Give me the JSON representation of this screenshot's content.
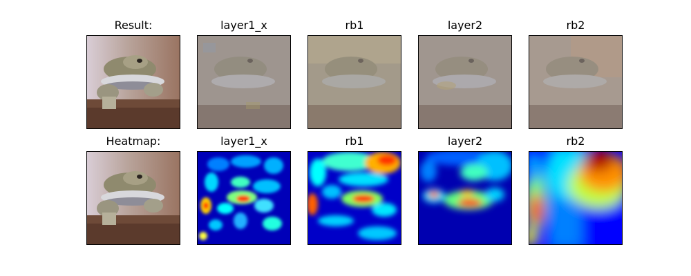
{
  "top_row": {
    "titles": [
      "Result:",
      "layer1_x",
      "rb1",
      "layer2",
      "rb2"
    ]
  },
  "bottom_row": {
    "titles": [
      "Heatmap:",
      "layer1_x",
      "rb1",
      "layer2",
      "rb2"
    ]
  },
  "image_description": "Low-resolution photo of a frog; top row shows faded/overlaid versions, bottom row shows jet-colormap activation heatmaps.",
  "colors": {
    "jet_dark_blue": "#00008f",
    "jet_blue": "#0000ff",
    "jet_cyan": "#00ffff",
    "jet_yellow": "#ffff00",
    "jet_red": "#ff0000",
    "jet_dark_red": "#800000"
  }
}
